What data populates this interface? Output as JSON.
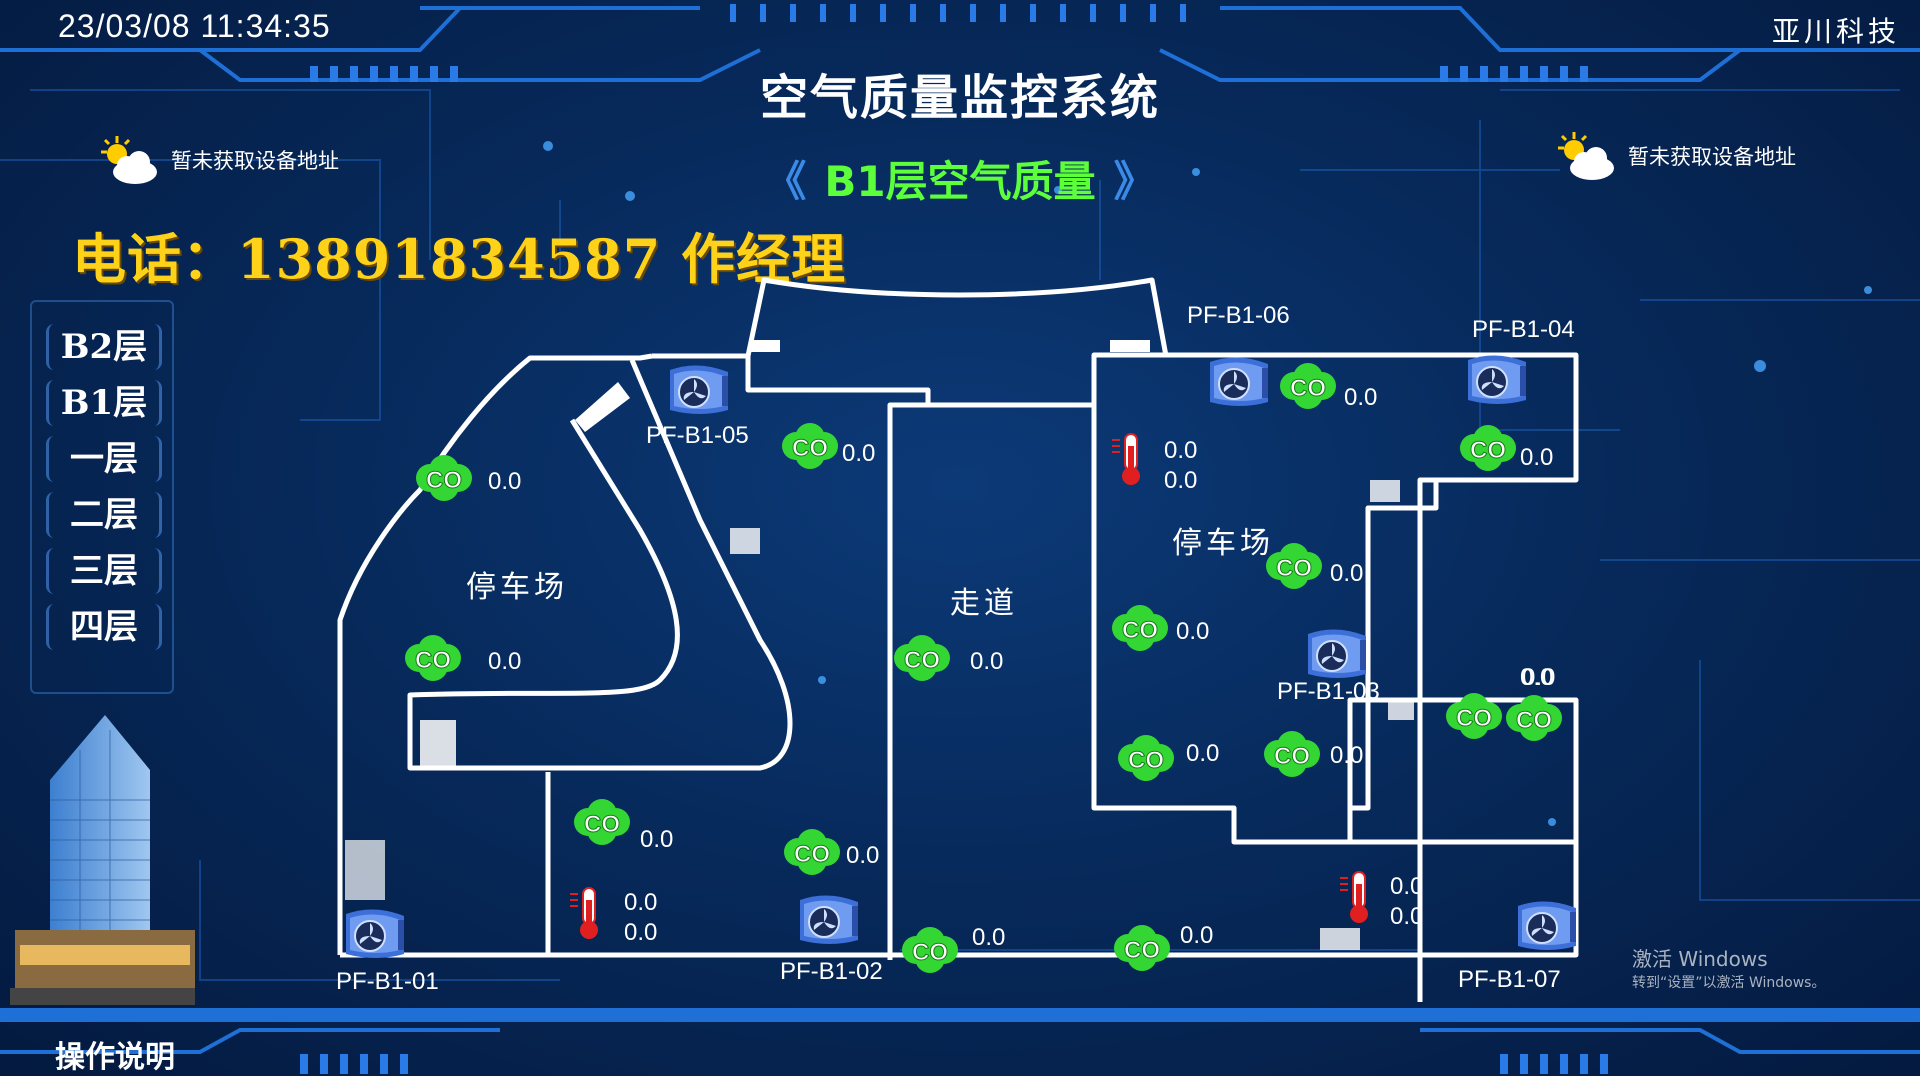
{
  "header": {
    "datetime": "23/03/08 11:34:35",
    "brand": "亚川科技",
    "title": "空气质量监控系统",
    "subtitle": "B1层空气质量",
    "subtitle_left": "《",
    "subtitle_right": "》"
  },
  "weather_left": {
    "text": "暂未获取设备地址",
    "icon": "partly-cloudy-icon"
  },
  "weather_right": {
    "text": "暂未获取设备地址",
    "icon": "partly-cloudy-icon"
  },
  "contact": "电话：13891834587 作经理",
  "floors": [
    "B2层",
    "B1层",
    "一层",
    "二层",
    "三层",
    "四层"
  ],
  "plan": {
    "areas": [
      "停车场",
      "走道",
      "停车场"
    ],
    "fans": [
      "PF-B1-01",
      "PF-B1-02",
      "PF-B1-03",
      "PF-B1-04",
      "PF-B1-05",
      "PF-B1-06",
      "PF-B1-07"
    ],
    "co_label": "CO",
    "co_values": [
      "0.0",
      "0.0",
      "0.0",
      "0.0",
      "0.0",
      "0.0",
      "0.0",
      "0.0",
      "0.0",
      "0.0",
      "0.0",
      "0.0",
      "0.0",
      "0.0",
      "0.0",
      "0.0"
    ],
    "temp_sensors": [
      {
        "temp": "0.0",
        "hum": "0.0"
      },
      {
        "temp": "0.0",
        "hum": "0.0"
      },
      {
        "temp": "0.0",
        "hum": "0.0"
      }
    ]
  },
  "footer": {
    "help": "操作说明",
    "activate_title": "激活 Windows",
    "activate_sub": "转到“设置”以激活 Windows。"
  },
  "colors": {
    "co_green": "#33d633",
    "title_green": "#5cff3a",
    "phone_yellow": "#ffd21a",
    "accent_blue": "#1e6fd6"
  }
}
